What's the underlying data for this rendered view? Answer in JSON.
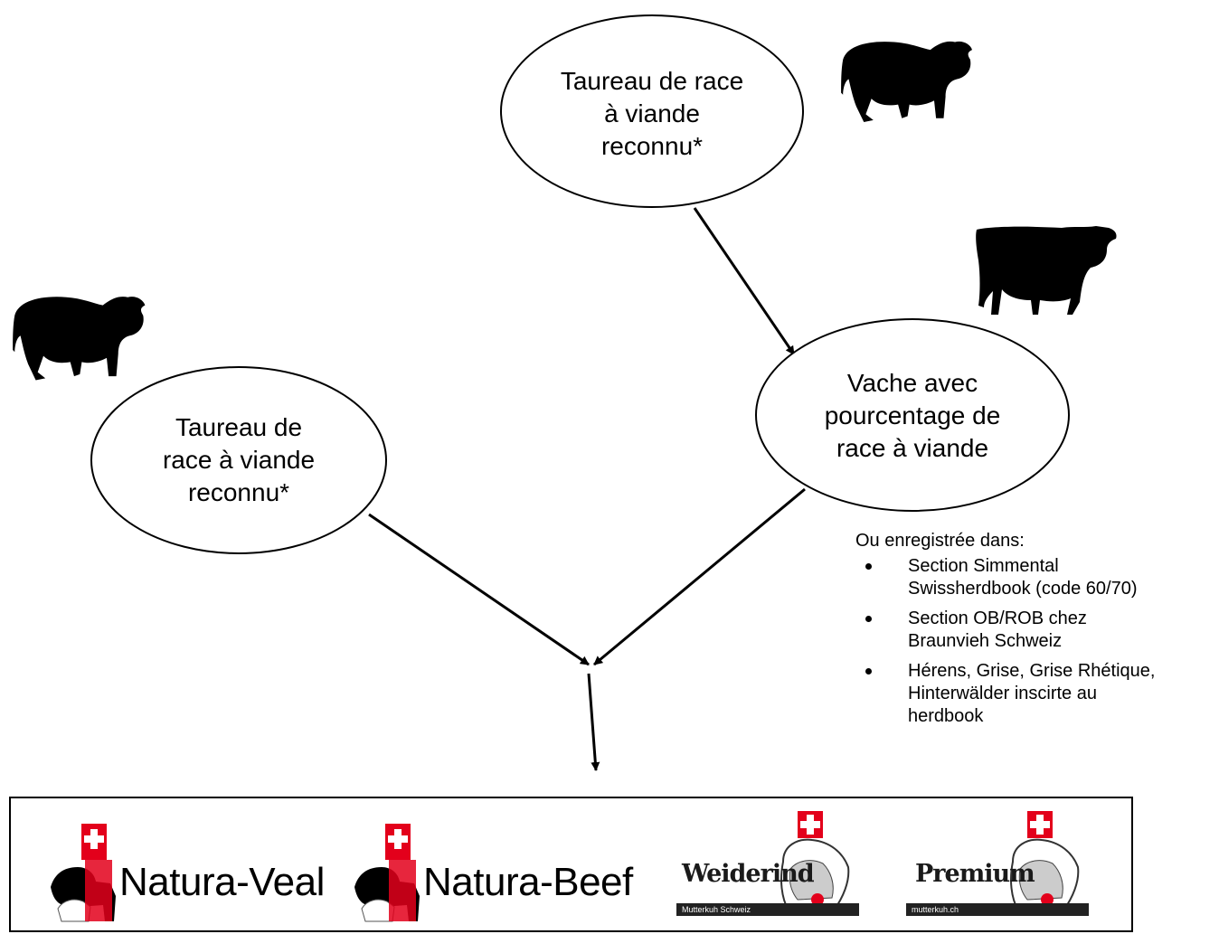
{
  "nodes": {
    "top_bull": "Taureau de race\nà viande\nreconnu*",
    "left_bull": "Taureau de\nrace à viande\nreconnu*",
    "cow": "Vache avec\npourcentage de\nrace à viande"
  },
  "notes": {
    "heading": "Ou enregistrée dans:",
    "items": [
      "Section Simmental\nSwissherdbook (code 60/70)",
      "Section OB/ROB chez\nBraunvieh Schweiz",
      "Hérens, Grise, Grise Rhétique,\nHinterwälder inscirte au\nherdbook"
    ]
  },
  "logos": {
    "natura_veal": "Natura-Veal",
    "natura_beef": "Natura-Beef",
    "weiderind": "Weiderind",
    "weiderind_sub": "Mutterkuh Schweiz",
    "premium": "Premium",
    "premium_sub": "mutterkuh.ch"
  },
  "icons": {
    "bull": "bull-silhouette-icon",
    "cow": "cow-silhouette-icon",
    "swiss_flag": "swiss-flag-icon"
  },
  "colors": {
    "swiss_red": "#e3001b",
    "silhouette": "#000000"
  }
}
